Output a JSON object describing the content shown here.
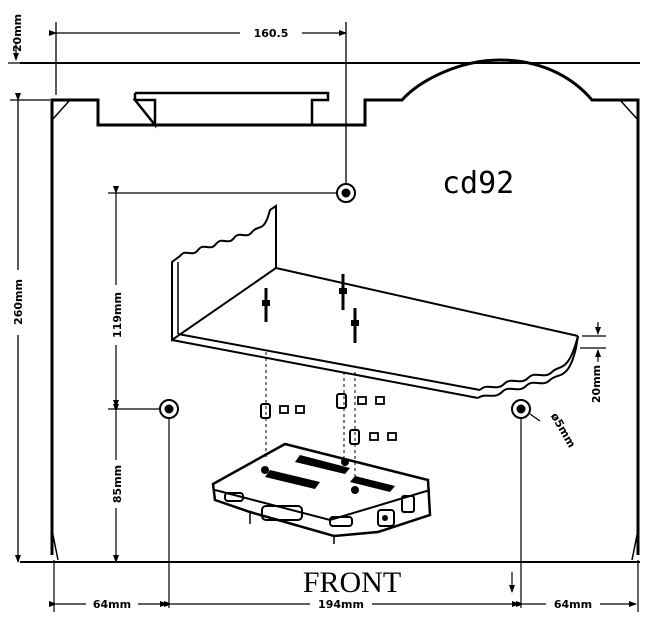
{
  "diagram": {
    "model_label": "cd92",
    "front_label": "FRONT",
    "dimensions": {
      "top_offset": "20mm",
      "hole_spacing_top": "160.5",
      "overall_depth": "260mm",
      "rear_hole_depth": "119mm",
      "front_hole_depth": "85mm",
      "left_margin": "64mm",
      "front_hole_spacing": "194mm",
      "right_margin": "64mm",
      "shelf_thickness": "20mm",
      "hole_diameter": "ø5mm"
    }
  }
}
